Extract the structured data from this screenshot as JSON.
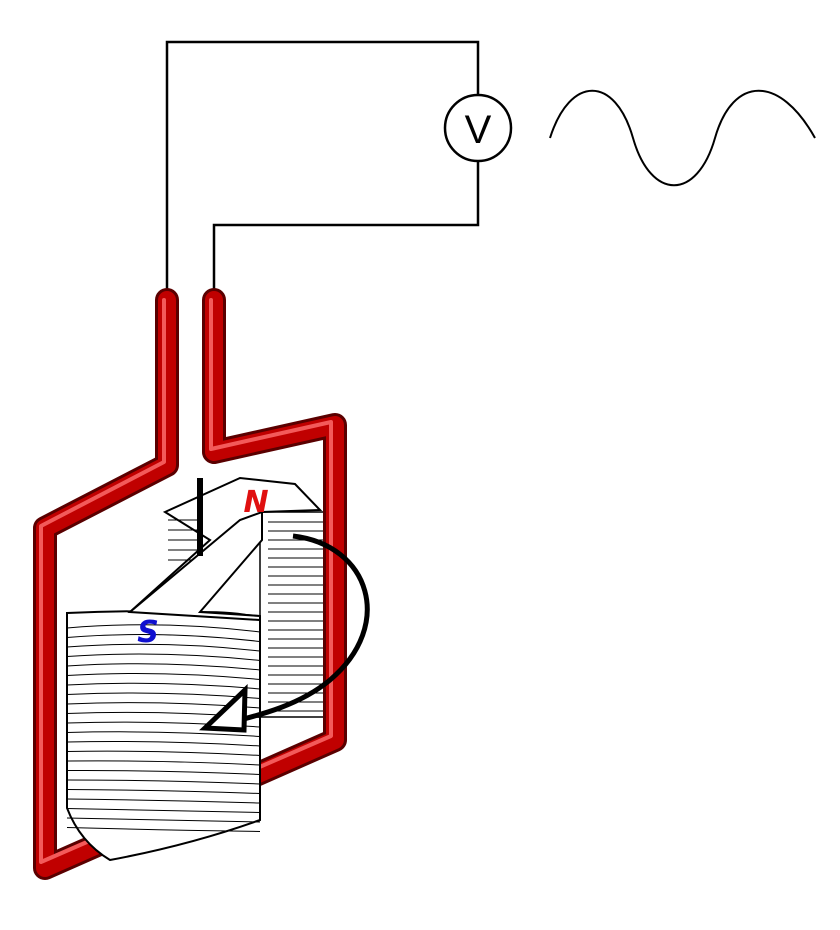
{
  "meter": {
    "label": "V"
  },
  "poles": {
    "north": "N",
    "south": "S"
  },
  "colors": {
    "coil": "#c00000",
    "coil_dark": "#6e0000",
    "coil_highlight": "#ff6a6a",
    "wire": "#000000",
    "north": "#e01010",
    "south": "#1010d0",
    "arrow": "#000000"
  },
  "icons": {
    "voltmeter": "voltmeter-icon",
    "wave": "sine-wave-icon",
    "rotation": "rotation-arrow-icon"
  }
}
